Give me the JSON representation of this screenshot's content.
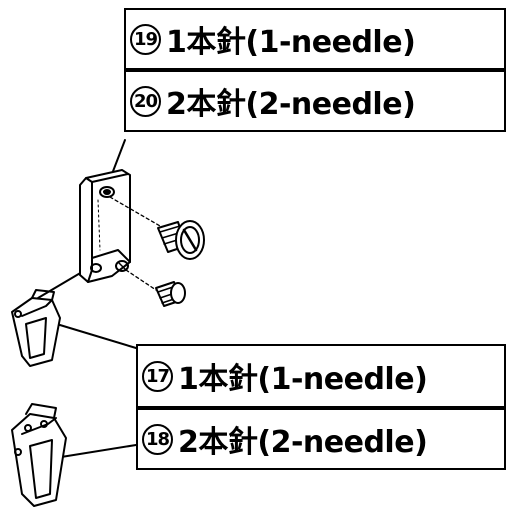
{
  "callouts": [
    {
      "id": "top",
      "items": [
        {
          "number": "19",
          "label": "1本針(1-needle)"
        },
        {
          "number": "20",
          "label": "2本針(2-needle)"
        }
      ]
    },
    {
      "id": "bottom",
      "items": [
        {
          "number": "17",
          "label": "1本針(1-needle)"
        },
        {
          "number": "18",
          "label": "2本針(2-needle)"
        }
      ]
    }
  ],
  "parts": [
    {
      "name": "needle-bar-thread-guide-bracket"
    },
    {
      "name": "guide-screw"
    },
    {
      "name": "set-screw"
    },
    {
      "name": "single-needle-thread-guide"
    },
    {
      "name": "double-needle-thread-guide"
    }
  ],
  "colors": {
    "line": "#000000",
    "background": "#ffffff"
  }
}
